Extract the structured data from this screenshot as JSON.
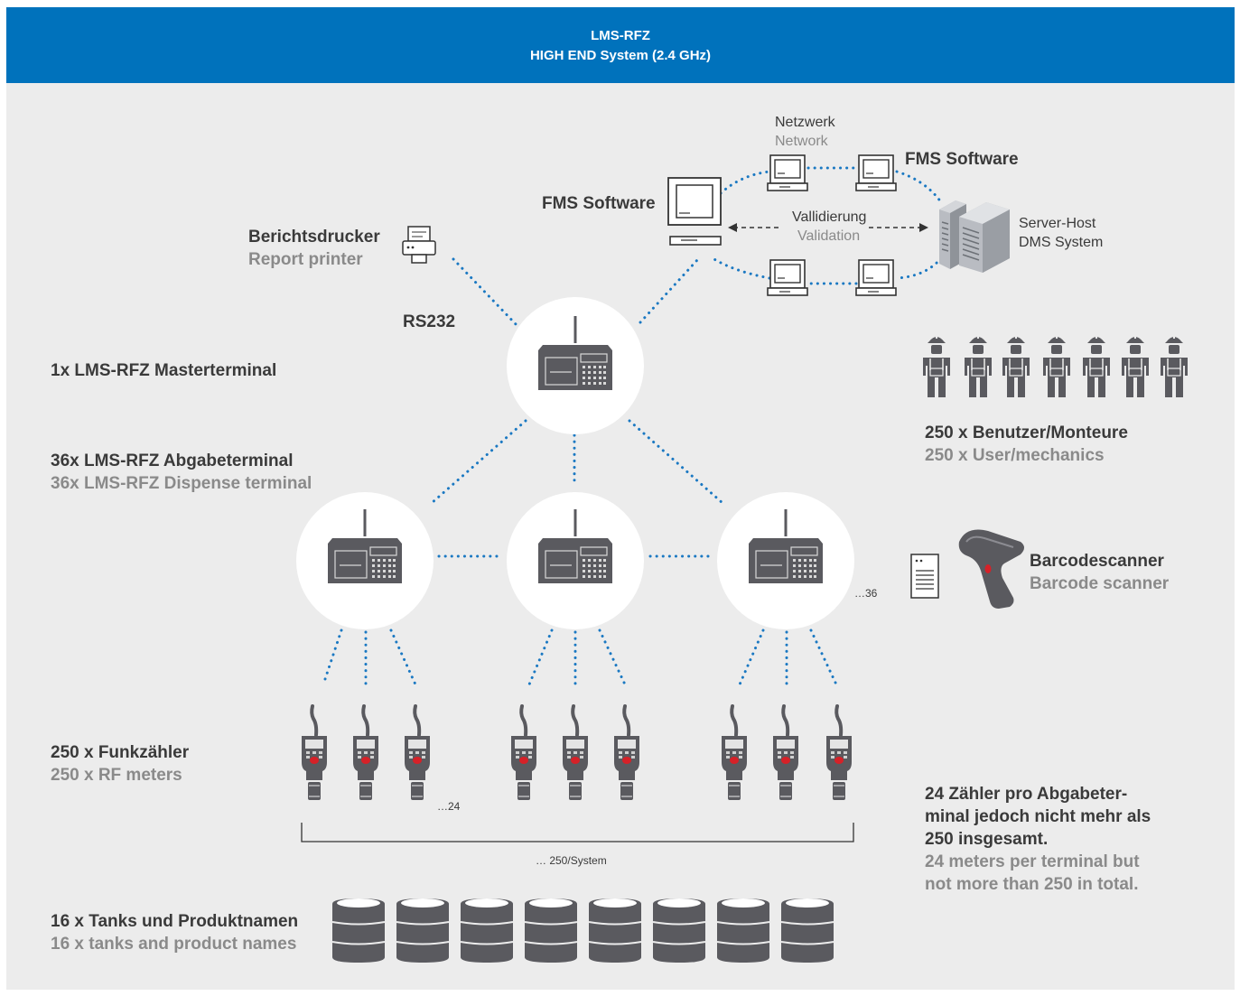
{
  "header": {
    "line1": "LMS-RFZ",
    "line2": "HIGH END System (2.4 GHz)"
  },
  "network": {
    "de": "Netzwerk",
    "en": "Network"
  },
  "fms_left": "FMS Software",
  "fms_right": "FMS Software",
  "validation": {
    "de": "Vallidierung",
    "en": "Validation"
  },
  "server": {
    "line1": "Server-Host",
    "line2": "DMS System"
  },
  "printer": {
    "de": "Berichtsdrucker",
    "en": "Report printer"
  },
  "rs232": "RS232",
  "master": "1x LMS-RFZ Masterterminal",
  "dispense": {
    "de": "36x LMS-RFZ Abgabeterminal",
    "en": "36x LMS-RFZ Dispense terminal"
  },
  "users": {
    "de": "250 x Benutzer/Monteure",
    "en": "250 x User/mechanics"
  },
  "scanner": {
    "de": "Barcodescanner",
    "en": "Barcode scanner"
  },
  "terminal_count": "…36",
  "meters": {
    "de": "250 x Funkzähler",
    "en": "250 x RF meters"
  },
  "meter_count": "…24",
  "system_count": "… 250/System",
  "meter_note": {
    "de1": "24 Zähler pro Abgabeter-",
    "de2": "minal jedoch nicht mehr als",
    "de3": "250 insgesamt.",
    "en1": "24 meters per terminal but",
    "en2": "not more than 250 in total."
  },
  "tanks": {
    "de": "16 x Tanks und Produktnamen",
    "en": "16 x tanks and product names"
  },
  "colors": {
    "header_blue": "#0072bc",
    "dot_blue": "#1a78c2",
    "device_gray": "#5a5a5f",
    "meter_red": "#d62128",
    "background": "#ececec"
  }
}
